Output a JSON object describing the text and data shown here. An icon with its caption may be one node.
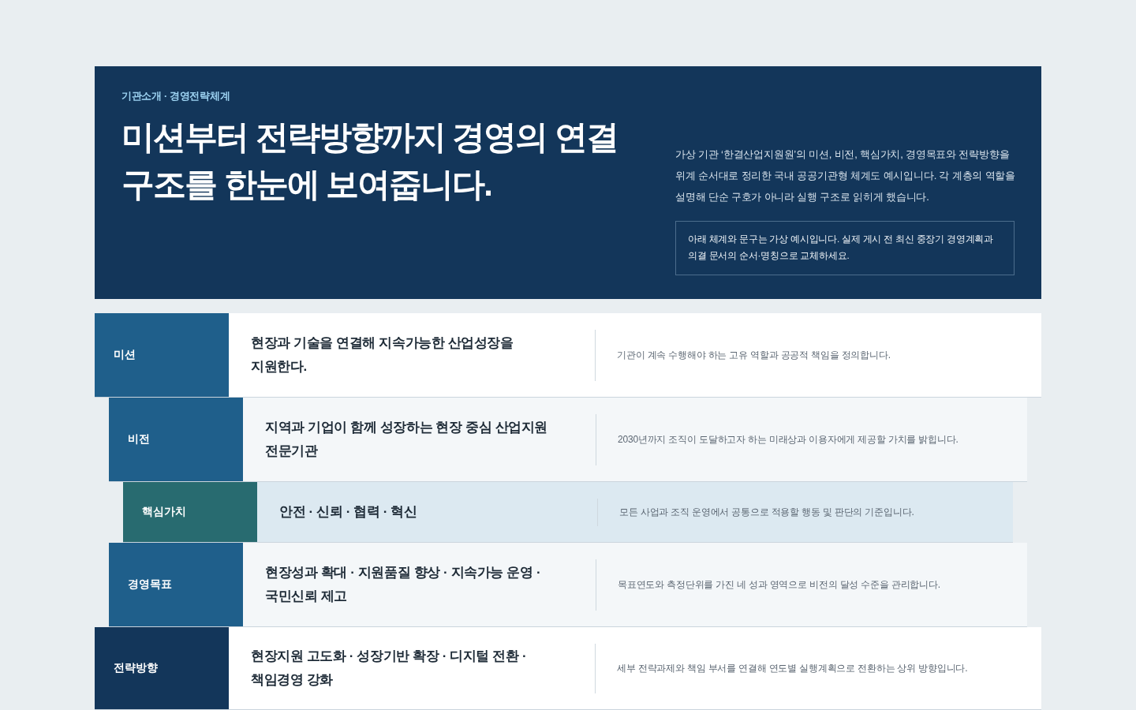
{
  "diagram": {
    "title": "미션부터 전략방향까지 경영의 연결 구조를 한눈에 보여줍니다.",
    "nodes": [
      {
        "text": [
          "기관소개 · 경영전략체계",
          "가상 기관 ‘한결산업지원원’의 미션, 비전, 핵심가치, 경영목표와 전략방향을 위계 순서대로 정리한 국내 공공기관형 체계도 예시입니다. 각 계층의 역할을 설명해 단순 구호가 아니라 실행 구조로 읽히게 했습니다."
        ]
      },
      {
        "text": [
          "아래 체계와 문구는 가상 예시입니다. 실제 게시 전 최신 중장기 경영계획과 의결 문서의 순서·명칭으로 교체하세요."
        ],
        "in": 0
      },
      {
        "text": [
          "현장과 기술을 연결해 지속가능한 산업성장을 지원한다.",
          "기관이 계속 수행해야 하는 고유 역할과 공공적 책임을 정의합니다."
        ]
      },
      {
        "text": [
          "미션"
        ],
        "in": 2
      },
      {
        "text": [
          "지역과 기업이 함께 성장하는 현장 중심 산업지원 전문기관",
          "2030년까지 조직이 도달하고자 하는 미래상과 이용자에게 제공할 가치를 밝힙니다."
        ]
      },
      {
        "text": [
          "비전"
        ],
        "in": 4
      },
      {
        "text": [
          "안전 · 신뢰 · 협력 · 혁신",
          "모든 사업과 조직 운영에서 공통으로 적용할 행동 및 판단의 기준입니다."
        ]
      },
      {
        "text": [
          "핵심가치"
        ],
        "in": 6
      },
      {
        "text": [
          "현장성과 확대 · 지원품질 향상 · 지속가능 운영 · 국민신뢰 제고",
          "목표연도와 측정단위를 가진 네 성과 영역으로 비전의 달성 수준을 관리합니다."
        ]
      },
      {
        "text": [
          "경영목표"
        ],
        "in": 8
      },
      {
        "text": [
          "현장지원 고도화 · 성장기반 확장 · 디지털 전환 · 책임경영 강화",
          "세부 전략과제와 책임 부서를 연결해 연도별 실행계획으로 전환하는 상위 방향입니다."
        ]
      },
      {
        "text": [
          "전략방향"
        ],
        "in": 10
      }
    ]
  }
}
